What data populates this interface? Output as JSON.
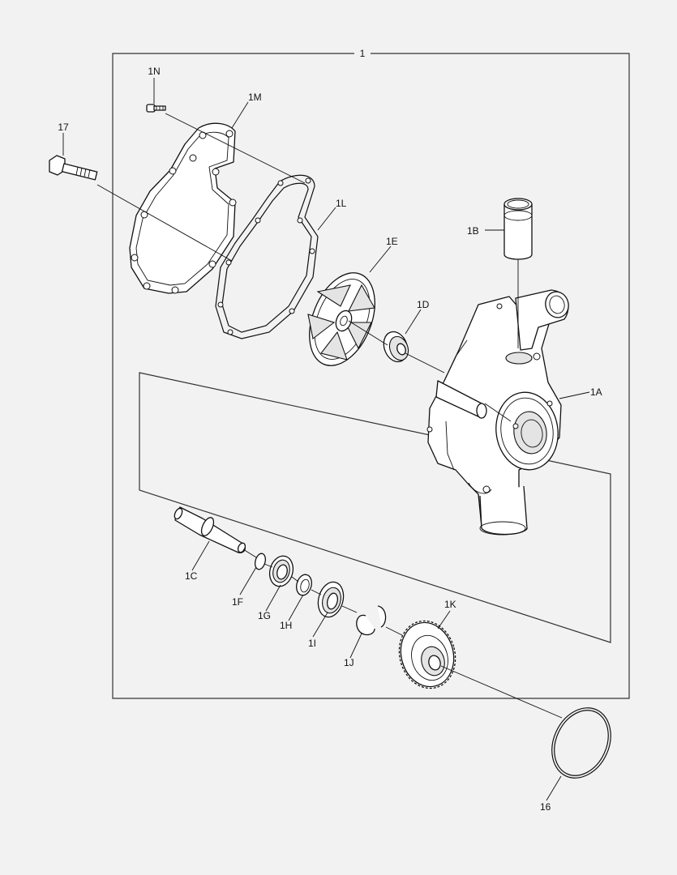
{
  "labels": {
    "assembly": "1",
    "1N": "1N",
    "1M": "1M",
    "17": "17",
    "1L": "1L",
    "1E": "1E",
    "1B": "1B",
    "1D": "1D",
    "1A": "1A",
    "1C": "1C",
    "1F": "1F",
    "1G": "1G",
    "1H": "1H",
    "1I": "1I",
    "1J": "1J",
    "1K": "1K",
    "16": "16"
  },
  "colors": {
    "background": "#f2f2f2",
    "line": "#111111",
    "part_fill": "#ffffff"
  }
}
